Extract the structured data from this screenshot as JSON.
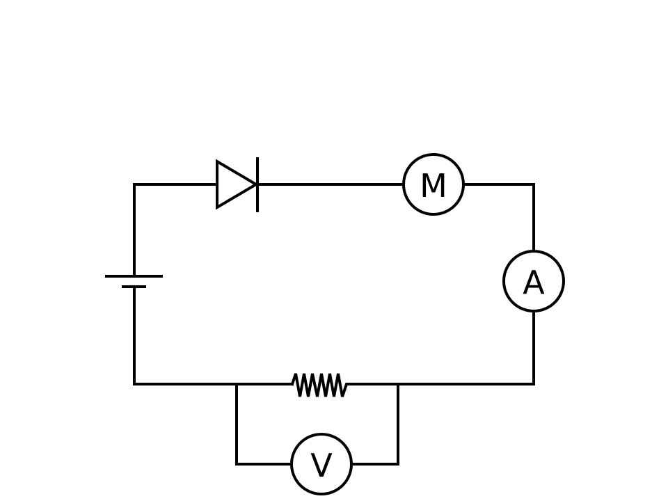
{
  "diagram": {
    "components": {
      "motor": {
        "label": "M",
        "icon": "motor-symbol"
      },
      "ammeter": {
        "label": "A",
        "icon": "ammeter-symbol"
      },
      "voltmeter": {
        "label": "V",
        "icon": "voltmeter-symbol"
      },
      "diode": {
        "icon": "diode-symbol"
      },
      "battery": {
        "icon": "battery-cell-symbol"
      },
      "resistor": {
        "icon": "resistor-zigzag-symbol"
      }
    },
    "colors": {
      "line": "#000000",
      "background": "#ffffff"
    }
  }
}
